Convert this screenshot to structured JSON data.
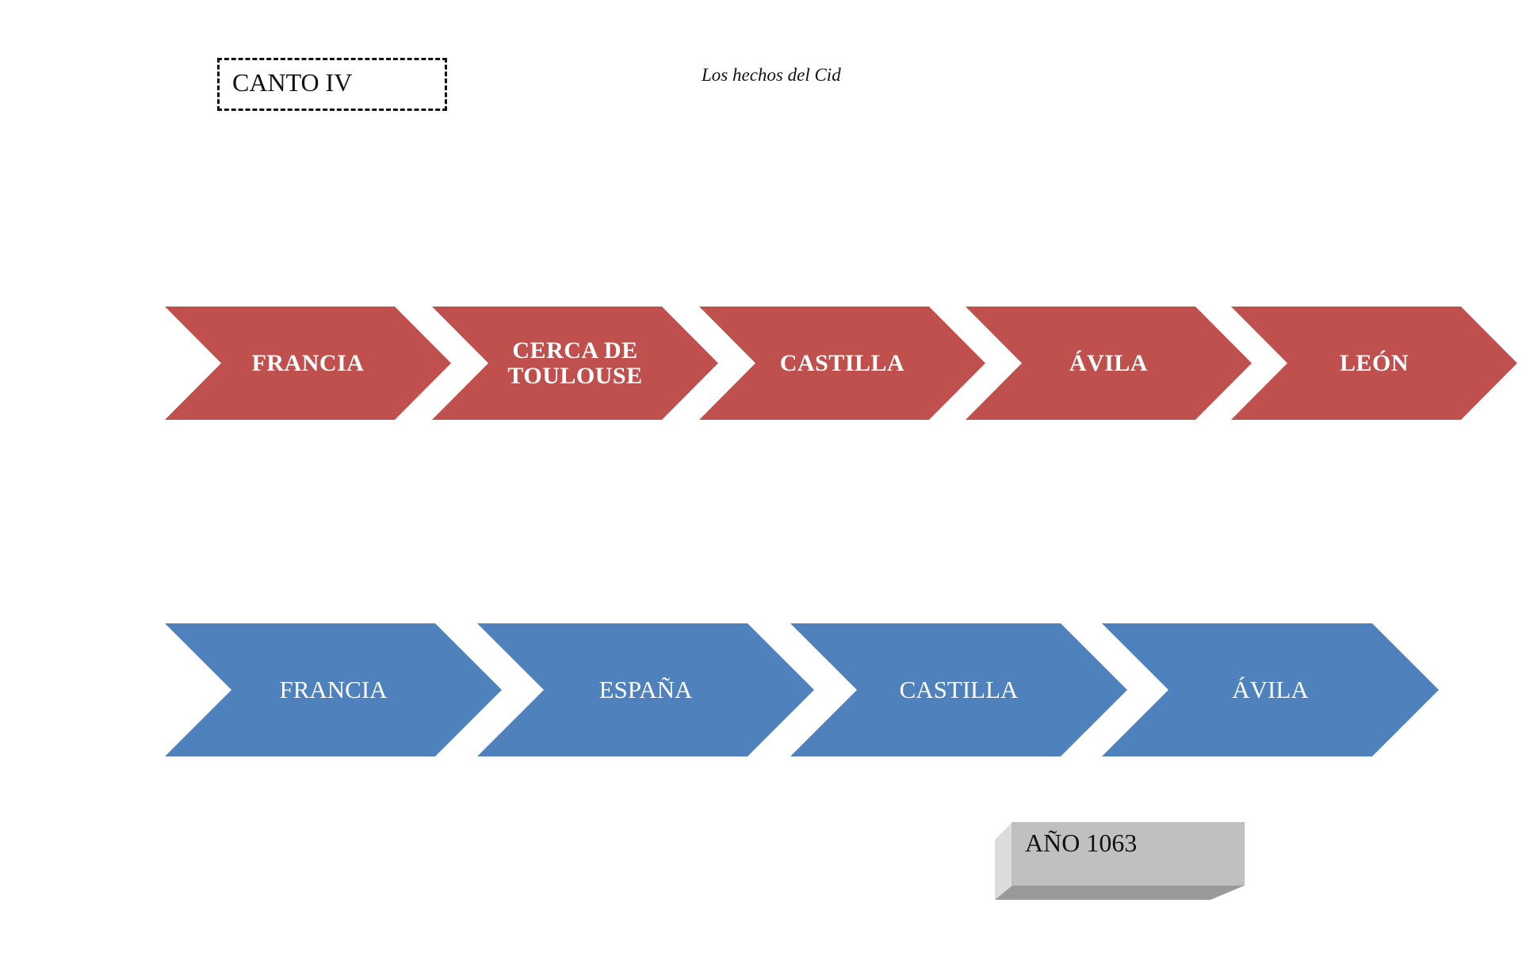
{
  "header": {
    "canto_label": "CANTO IV",
    "title": "Los hechos del Cid"
  },
  "red_row": {
    "color": "#c0504d",
    "items": [
      {
        "label": "FRANCIA"
      },
      {
        "label": "CERCA DE TOULOUSE"
      },
      {
        "label": "CASTILLA"
      },
      {
        "label": "ÁVILA"
      },
      {
        "label": "LEÓN"
      }
    ]
  },
  "blue_row": {
    "color": "#4f81bd",
    "items": [
      {
        "label": "FRANCIA"
      },
      {
        "label": "ESPAÑA"
      },
      {
        "label": "CASTILLA"
      },
      {
        "label": "ÁVILA"
      }
    ]
  },
  "year_box": {
    "label": "AÑO 1063"
  }
}
